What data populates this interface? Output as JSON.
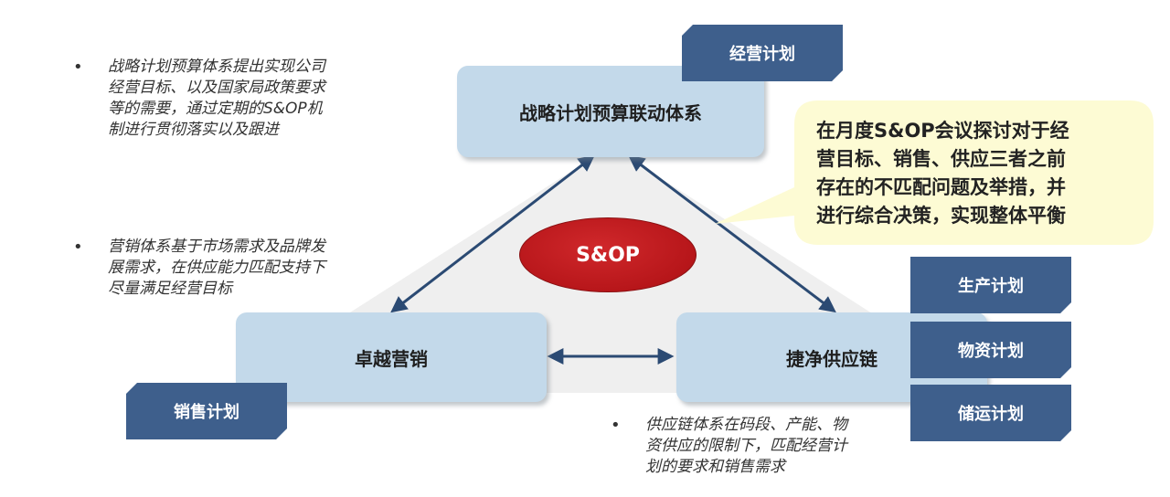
{
  "bullets": {
    "strategy": "战略计划预算体系提出实现公司\n经营目标、以及国家局政策要求\n等的需要，通过定期的S&OP机\n制进行贯彻落实以及跟进",
    "marketing": "营销体系基于市场需求及品牌发\n展需求，在供应能力匹配支持下\n尽量满足经营目标",
    "supply": "供应链体系在码段、产能、物\n资供应的限制下，匹配经营计\n划的要求和销售需求",
    "dot": "•"
  },
  "nodes": {
    "strategy": "战略计划预算联动体系",
    "marketing": "卓越营销",
    "supply": "捷净供应链"
  },
  "tags": {
    "business_plan": "经营计划",
    "sales_plan": "销售计划",
    "production_plan": "生产计划",
    "material_plan": "物资计划",
    "logistics_plan": "储运计划"
  },
  "center": {
    "label": "S&OP"
  },
  "callout": {
    "text": "在月度S&OP会议探讨对于经\n营目标、销售、供应三者之前\n存在的不匹配问题及举措，并\n进行综合决策，实现整体平衡"
  },
  "colors": {
    "node_fill": "#c3d9ea",
    "tag_fill": "#3e5f8c",
    "sop_fill": "#c0191d",
    "callout_fill": "#fdfbd4",
    "arrow": "#2b4a73",
    "triangle": "#f2f2f2"
  }
}
